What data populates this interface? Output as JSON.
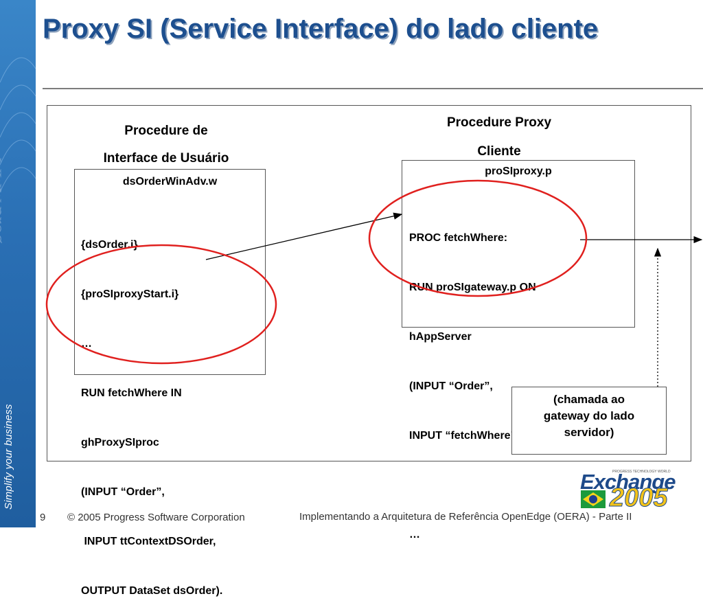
{
  "slide": {
    "title": "Proxy SI (Service Interface) do lado cliente",
    "number": "9",
    "footer_copyright": "© 2005 Progress Software Corporation",
    "footer_title": "Implementando a Arquitetura de Referência OpenEdge (OERA) - Parte II",
    "sidebar_slogan": "Simplify your business",
    "watermark": "www.prog"
  },
  "left": {
    "heading_line1": "Procedure de",
    "heading_line2": "Interface de Usuário",
    "file": "dsOrderWinAdv.w",
    "code": [
      "{dsOrder.i}",
      "{proSIproxyStart.i}",
      "…",
      "RUN fetchWhere IN",
      "ghProxySIproc",
      "(INPUT “Order”,",
      " INPUT ttContextDSOrder,",
      "OUTPUT DataSet dsOrder)."
    ]
  },
  "right": {
    "heading_line1": "Procedure Proxy",
    "heading_line2": "Cliente",
    "file": "proSIproxy.p",
    "code": [
      "PROC fetchWhere:",
      "RUN proSIgateway.p ON",
      "hAppServer",
      "(INPUT “Order”,",
      "INPUT “fetchWhere”…)",
      "",
      "…"
    ]
  },
  "note": {
    "line1": "(chamada ao",
    "line2": "gateway do lado",
    "line3": "servidor)"
  },
  "logo": {
    "word": "Exchange",
    "year": "2005",
    "tagline": "PROGRESS TECHNOLOGY WORLD"
  },
  "colors": {
    "title": "#1d4f8f",
    "sidebar": "#2a6fb4",
    "highlight_ellipse": "#e0201e",
    "logo_yellow": "#f2c21a"
  }
}
